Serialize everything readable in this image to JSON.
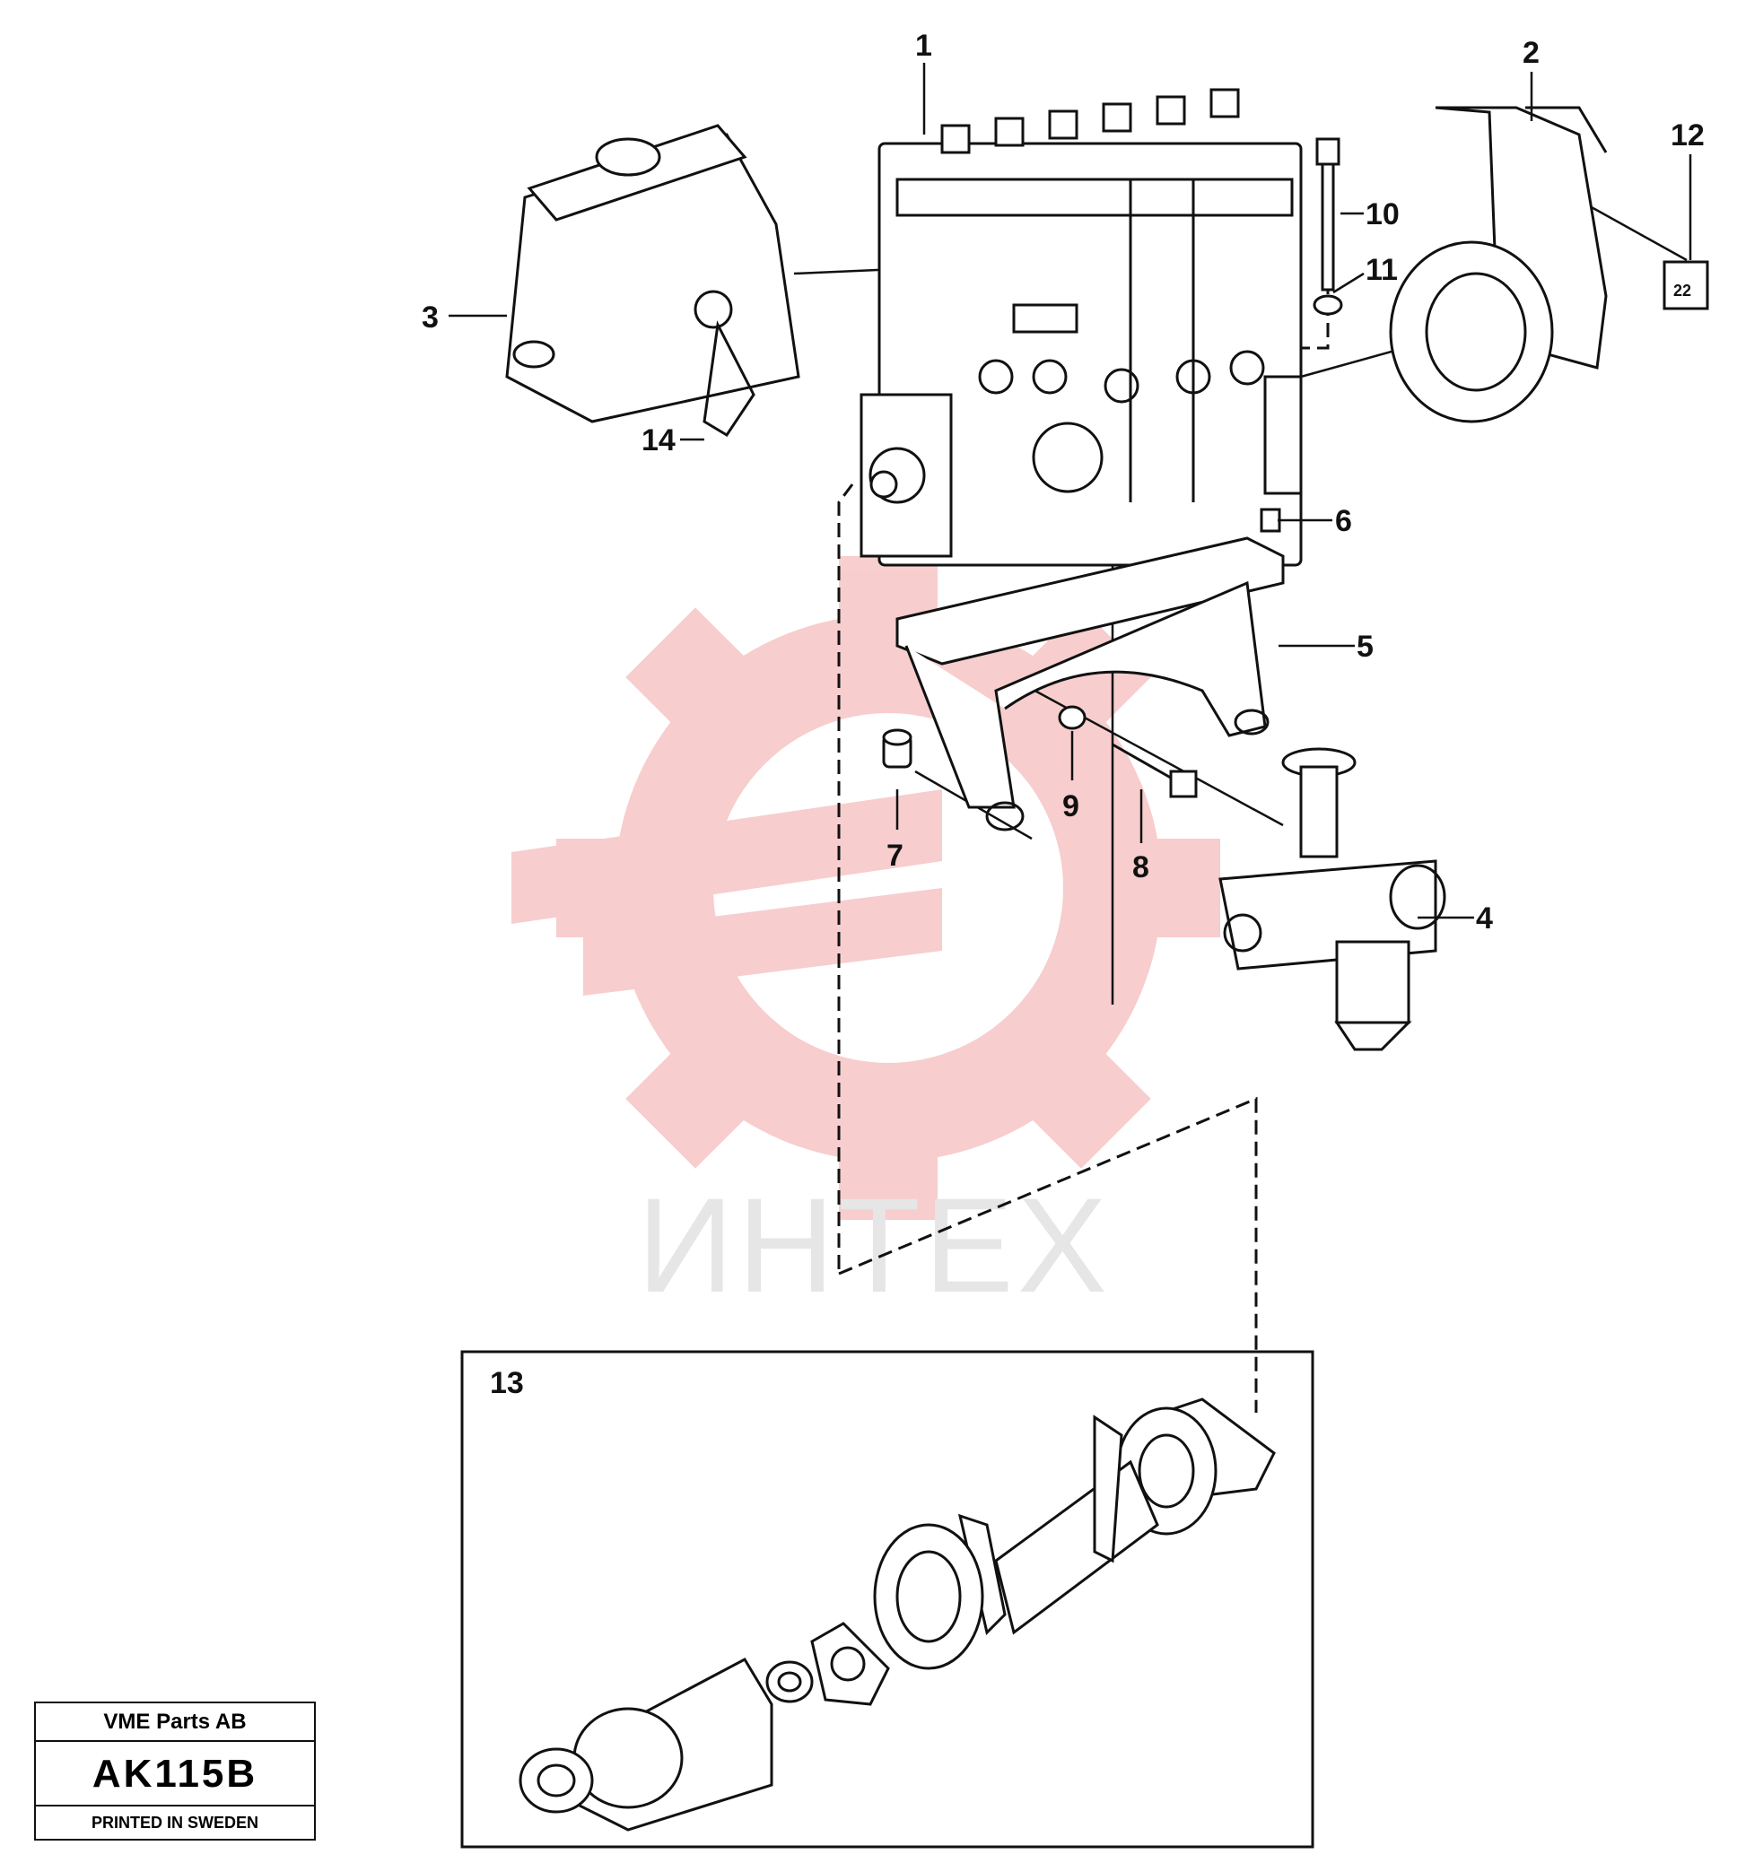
{
  "diagram": {
    "callouts": [
      {
        "id": "1",
        "label": "1"
      },
      {
        "id": "2",
        "label": "2"
      },
      {
        "id": "3",
        "label": "3"
      },
      {
        "id": "4",
        "label": "4"
      },
      {
        "id": "5",
        "label": "5"
      },
      {
        "id": "6",
        "label": "6"
      },
      {
        "id": "7",
        "label": "7"
      },
      {
        "id": "8",
        "label": "8"
      },
      {
        "id": "9",
        "label": "9"
      },
      {
        "id": "10",
        "label": "10"
      },
      {
        "id": "11",
        "label": "11"
      },
      {
        "id": "12",
        "label": "12"
      },
      {
        "id": "13",
        "label": "13"
      },
      {
        "id": "14",
        "label": "14"
      }
    ],
    "tag_12_value": "22",
    "watermark_text": "ИНТЕХ",
    "colors": {
      "line": "#111111",
      "watermark_logo": "#f7c9c9",
      "watermark_text": "#e6e6e6"
    }
  },
  "footer": {
    "company": "VME Parts AB",
    "code": "AK115B",
    "printed": "PRINTED IN SWEDEN"
  }
}
